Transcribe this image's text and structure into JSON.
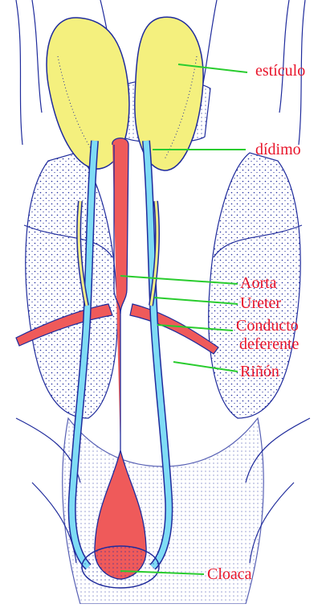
{
  "labels": {
    "testis": "estículo",
    "epididymis": "dídimo",
    "aorta": "Aorta",
    "ureter": "Ureter",
    "vas_deferens_1": "Conducto",
    "vas_deferens_2": "deferente",
    "kidney": "Riñón",
    "cloaca": "Cloaca"
  },
  "colors": {
    "label_text": "#e8142a",
    "leader_line": "#29cc2e",
    "outline": "#1f2b9c",
    "testis_fill": "#f4f07e",
    "aorta_fill": "#ef5a5a",
    "ureter_fill": "#7fdcf5",
    "vas_fill": "#f2ec88",
    "background": "#ffffff"
  }
}
